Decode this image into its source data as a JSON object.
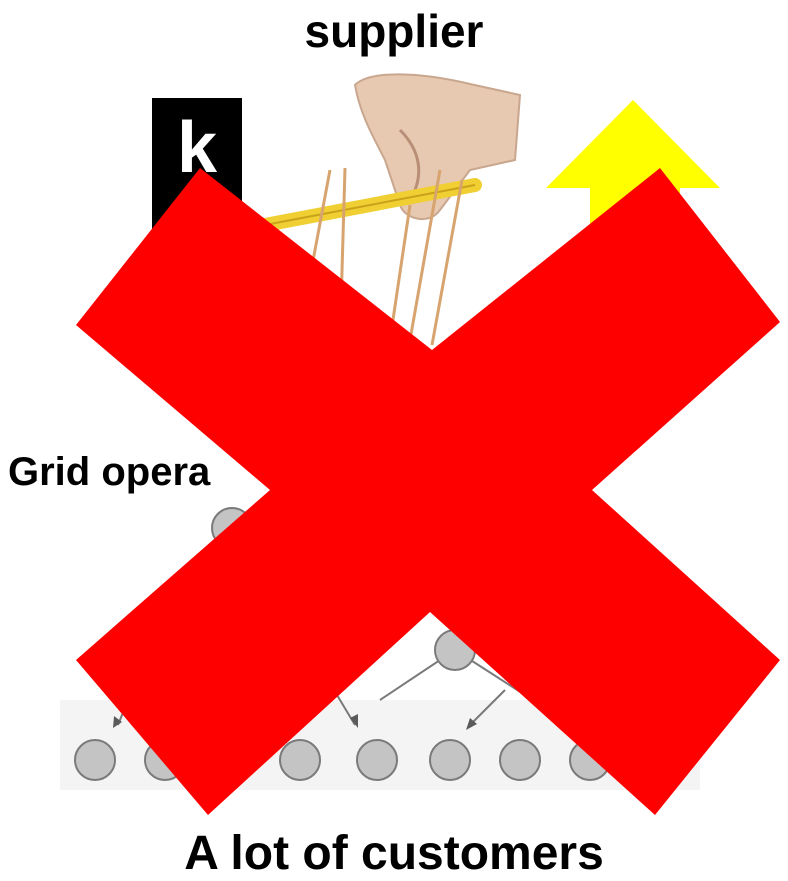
{
  "supplier_label": "supplier",
  "k_letter": "k",
  "grid_label": "Grid opera",
  "customers_label": "A lot of customers",
  "colors": {
    "cross": "#ff0000",
    "arrow": "#ffff00",
    "node_fill": "#c4c4c4",
    "node_stroke": "#7a7a7a",
    "stick": "#f0cf32",
    "string": "#d7a46f",
    "skin": "#e7c8b0"
  }
}
